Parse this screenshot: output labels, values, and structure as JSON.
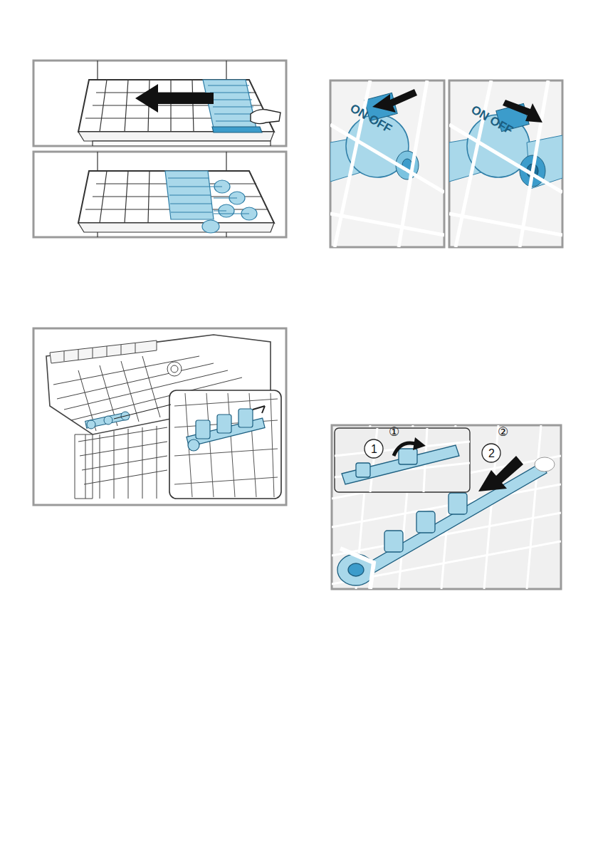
{
  "diagram": {
    "labels": [
      "ON OFF",
      "ON OFF",
      "①",
      "②",
      "1",
      "2"
    ]
  }
}
